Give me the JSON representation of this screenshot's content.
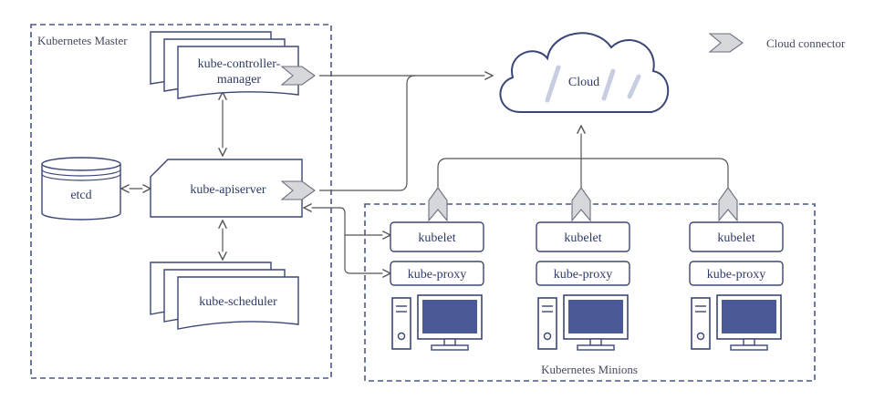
{
  "labels": {
    "master": "Kubernetes Master",
    "minions": "Kubernetes Minions",
    "controller_manager_line1": "kube-controller-",
    "controller_manager_line2": "manager",
    "apiserver": "kube-apiserver",
    "etcd": "etcd",
    "scheduler": "kube-scheduler",
    "cloud": "Cloud",
    "legend": "Cloud connector",
    "kubelet_1": "kubelet",
    "kubelet_2": "kubelet",
    "kubelet_3": "kubelet",
    "proxy_1": "kube-proxy",
    "proxy_2": "kube-proxy",
    "proxy_3": "kube-proxy"
  },
  "colors": {
    "stroke": "#3b4676",
    "text": "#2e3a66",
    "connector": "#d5d7db",
    "cloud_fill": "#ffffff",
    "cloud_shade": "#c8cde0",
    "monitor_screen": "#4a5a96"
  }
}
